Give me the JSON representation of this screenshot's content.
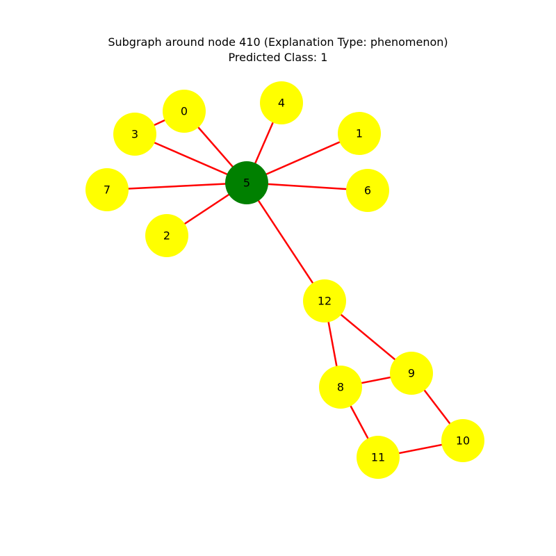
{
  "title": {
    "line1": "Subgraph around node 410 (Explanation Type: phenomenon)",
    "line2": "Predicted Class: 1"
  },
  "colors": {
    "edge": "#ff0000",
    "node_default": "#ffff00",
    "node_center": "#008000"
  },
  "graph": {
    "center_node": "5",
    "nodes": [
      "0",
      "1",
      "2",
      "3",
      "4",
      "5",
      "6",
      "7",
      "8",
      "9",
      "10",
      "11",
      "12"
    ],
    "edges": [
      [
        "5",
        "0"
      ],
      [
        "5",
        "1"
      ],
      [
        "5",
        "2"
      ],
      [
        "5",
        "3"
      ],
      [
        "5",
        "4"
      ],
      [
        "5",
        "6"
      ],
      [
        "5",
        "7"
      ],
      [
        "5",
        "12"
      ],
      [
        "0",
        "3"
      ],
      [
        "12",
        "8"
      ],
      [
        "12",
        "9"
      ],
      [
        "8",
        "9"
      ],
      [
        "8",
        "11"
      ],
      [
        "9",
        "10"
      ],
      [
        "10",
        "11"
      ]
    ]
  }
}
